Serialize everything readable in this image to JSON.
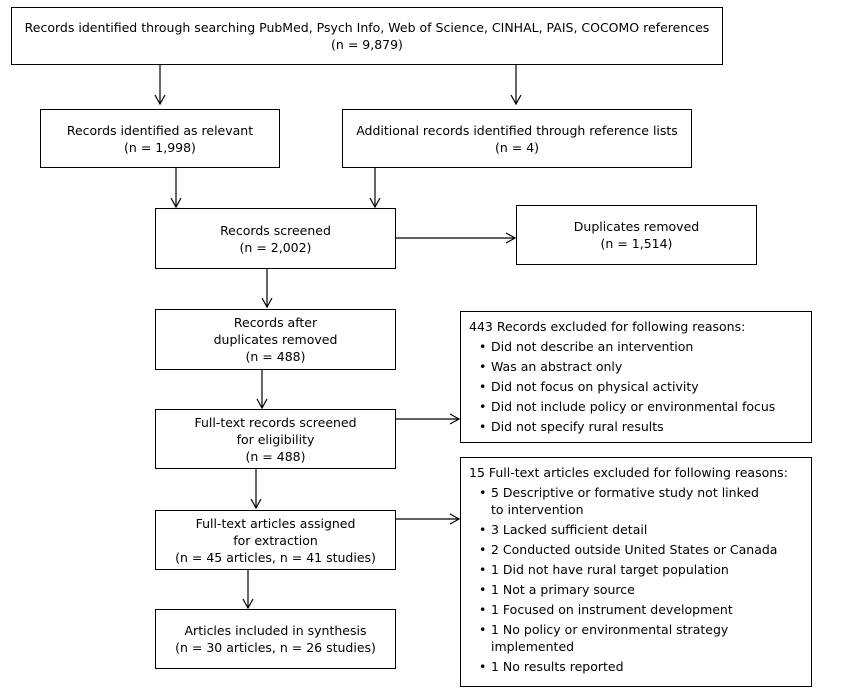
{
  "identified": {
    "title": "Records identified through searching PubMed, Psych Info, Web of Science, CINHAL, PAIS, COCOMO references",
    "count": "(n = 9,879)"
  },
  "relevant": {
    "title": "Records identified as relevant",
    "count": "(n = 1,998)"
  },
  "additional": {
    "title": "Additional records identified through reference lists",
    "count": "(n = 4)"
  },
  "screened": {
    "title": "Records screened",
    "count": "(n = 2,002)"
  },
  "duplicates": {
    "title": "Duplicates removed",
    "count": "(n = 1,514)"
  },
  "after_dup": {
    "line1": "Records after",
    "line2": "duplicates removed",
    "count": "(n = 488)"
  },
  "fulltext_screened": {
    "line1": "Full-text records screened",
    "line2": "for eligibility",
    "count": "(n = 488)"
  },
  "assigned": {
    "line1": "Full-text articles assigned",
    "line2": "for extraction",
    "count": "(n = 45 articles, n = 41 studies)"
  },
  "included": {
    "title": "Articles included in synthesis",
    "count": "(n = 30 articles, n = 26 studies)"
  },
  "excluded_records": {
    "heading": "443 Records excluded for following reasons:",
    "items": [
      "Did not describe an intervention",
      "Was an abstract only",
      "Did not focus on physical activity",
      "Did not include policy or environmental focus",
      "Did not specify rural results"
    ]
  },
  "excluded_fulltext": {
    "heading": "15 Full-text articles excluded for following reasons:",
    "items": [
      "5 Descriptive or formative study not linked to intervention",
      "3 Lacked sufficient detail",
      "2 Conducted outside United States or Canada",
      "1 Did not have rural target population",
      "1 Not a primary source",
      "1 Focused on instrument development",
      "1 No policy or environmental strategy implemented",
      "1 No results reported"
    ]
  }
}
